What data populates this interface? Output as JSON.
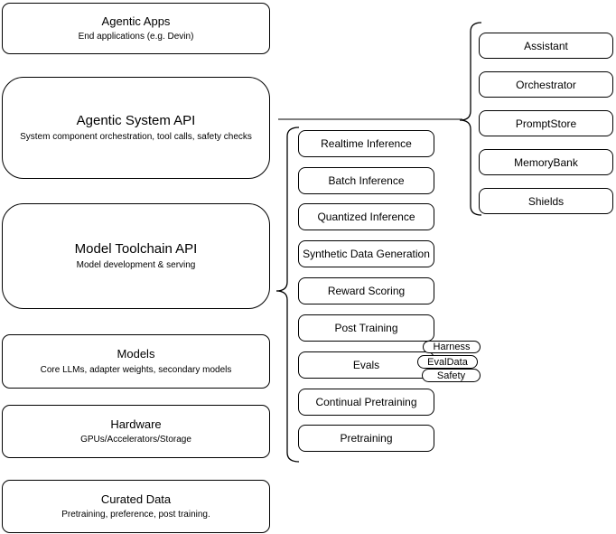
{
  "diagram": {
    "left_stack": [
      {
        "title": "Agentic Apps",
        "subtitle": "End applications (e.g. Devin)"
      },
      {
        "title": "Agentic System API",
        "subtitle": "System component orchestration, tool calls, safety checks"
      },
      {
        "title": "Model Toolchain API",
        "subtitle": "Model development & serving"
      },
      {
        "title": "Models",
        "subtitle": "Core LLMs, adapter weights, secondary models"
      },
      {
        "title": "Hardware",
        "subtitle": "GPUs/Accelerators/Storage"
      },
      {
        "title": "Curated Data",
        "subtitle": "Pretraining, preference, post training."
      }
    ],
    "toolchain_items": [
      "Realtime Inference",
      "Batch Inference",
      "Quantized Inference",
      "Synthetic Data Generation",
      "Reward Scoring",
      "Post Training",
      "Evals",
      "Continual Pretraining",
      "Pretraining"
    ],
    "eval_tags": [
      "Harness",
      "EvalData",
      "Safety"
    ],
    "system_components": [
      "Assistant",
      "Orchestrator",
      "PromptStore",
      "MemoryBank",
      "Shields"
    ],
    "colors": {
      "node_border": "#000000",
      "node_fill": "#ffffff",
      "connector": "#7f7f7f",
      "text": "#000000"
    }
  }
}
